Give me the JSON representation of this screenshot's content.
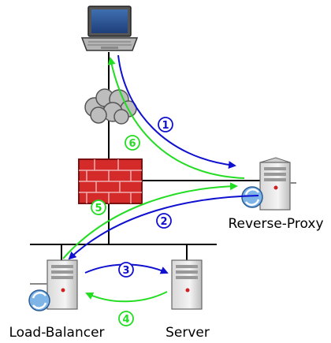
{
  "labels": {
    "reverse_proxy": "Reverse-Proxy",
    "load_balancer": "Load-Balancer",
    "server": "Server"
  },
  "steps": [
    "1",
    "2",
    "3",
    "4",
    "5",
    "6"
  ],
  "colors": {
    "request_arrow": "#1010d0",
    "response_arrow": "#22dd22",
    "firewall_brick": "#d42a2a",
    "network_line": "#000000"
  },
  "icons": [
    "laptop-icon",
    "cloud-icon",
    "firewall-icon",
    "reverse-proxy-server-icon",
    "load-balancer-server-icon",
    "server-icon"
  ]
}
